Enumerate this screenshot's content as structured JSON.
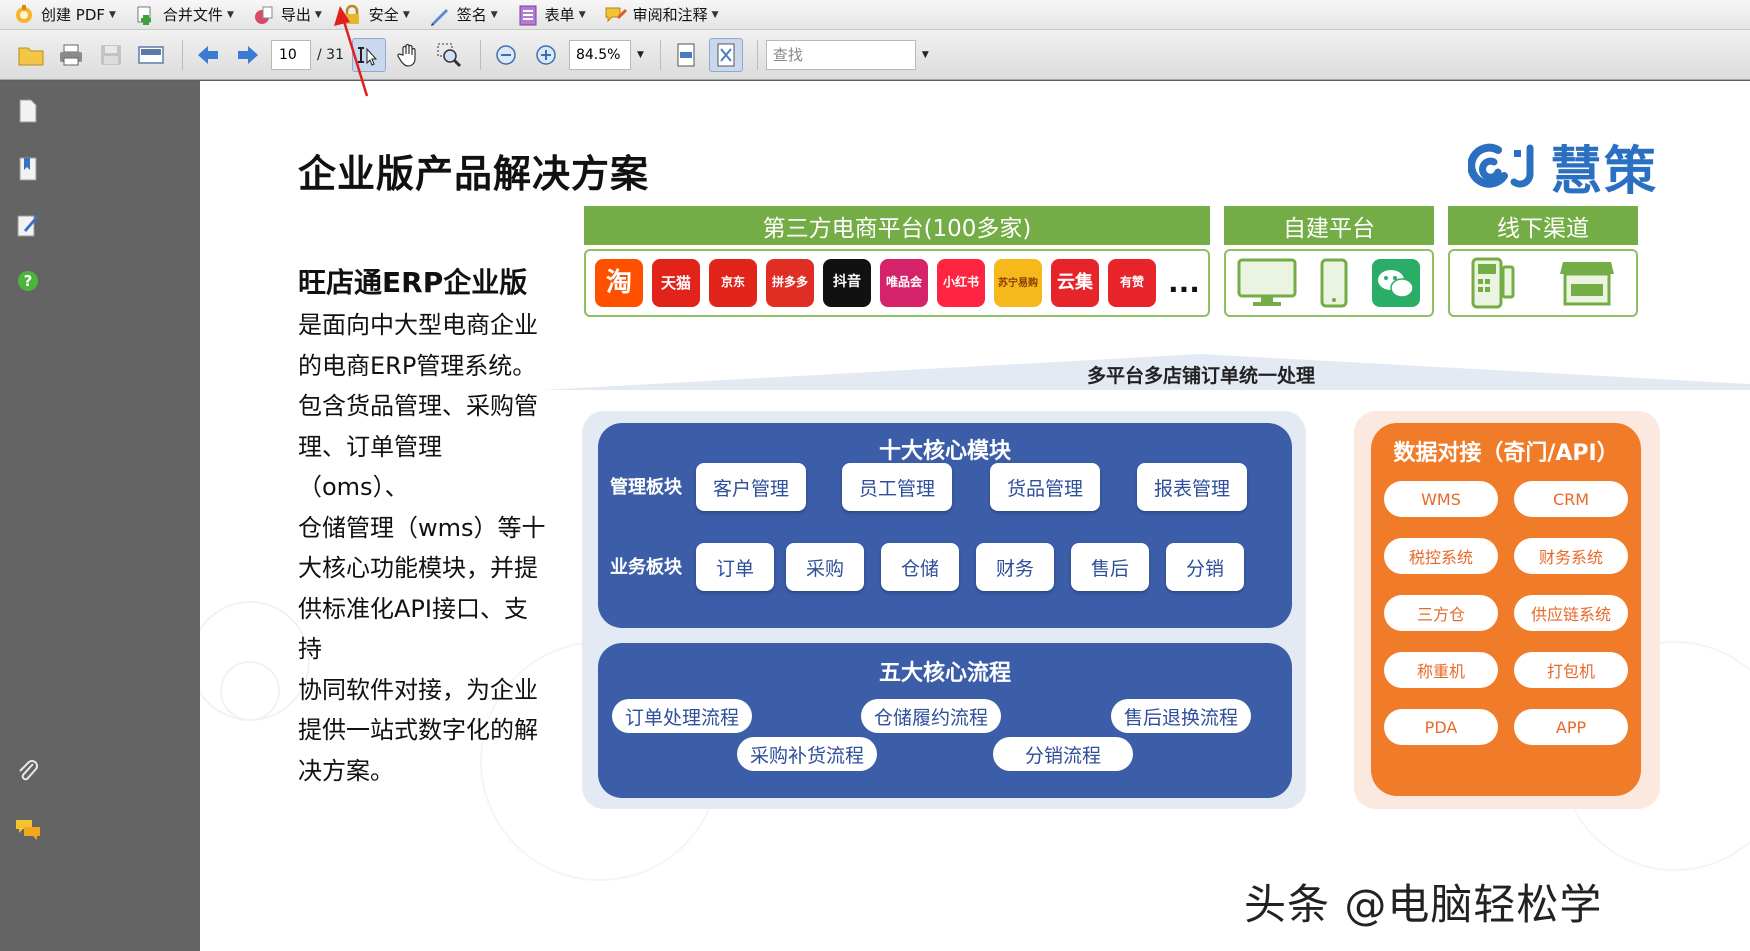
{
  "menubar": {
    "items": [
      {
        "label": "创建 PDF",
        "icon": "create-pdf-icon"
      },
      {
        "label": "合并文件",
        "icon": "merge-files-icon"
      },
      {
        "label": "导出",
        "icon": "export-icon"
      },
      {
        "label": "安全",
        "icon": "lock-icon"
      },
      {
        "label": "签名",
        "icon": "pen-icon"
      },
      {
        "label": "表单",
        "icon": "form-icon"
      },
      {
        "label": "审阅和注释",
        "icon": "comment-icon"
      }
    ]
  },
  "toolbar": {
    "current_page": "10",
    "total_pages": "/ 31",
    "zoom": "84.5%",
    "find_placeholder": "查找"
  },
  "document": {
    "title": "企业版产品解决方案",
    "brand_name": "慧策",
    "intro_heading": "旺店通ERP企业版",
    "intro_lines": [
      "是面向中大型电商企业",
      "的电商ERP管理系统。",
      "包含货品管理、采购管",
      "理、订单管理（oms）、",
      "仓储管理（wms）等十",
      "大核心功能模块，并提",
      "供标准化API接口、支持",
      "协同软件对接，为企业",
      "提供一站式数字化的解",
      "决方案。"
    ],
    "channels": {
      "third_party": "第三方电商平台(100多家)",
      "self_built": "自建平台",
      "offline": "线下渠道",
      "platform_logos": [
        "淘",
        "天猫",
        "京东",
        "拼多多",
        "抖音",
        "唯品会",
        "小红书",
        "苏宁易购",
        "云集",
        "有赞"
      ],
      "more": "...",
      "funnel_label": "多平台多店铺订单统一处理"
    },
    "core_modules": {
      "title": "十大核心模块",
      "mgmt_label": "管理板块",
      "mgmt_items": [
        "客户管理",
        "员工管理",
        "货品管理",
        "报表管理"
      ],
      "biz_label": "业务板块",
      "biz_items": [
        "订单",
        "采购",
        "仓储",
        "财务",
        "售后",
        "分销"
      ]
    },
    "core_flows": {
      "title": "五大核心流程",
      "items": [
        "订单处理流程",
        "仓储履约流程",
        "售后退换流程",
        "采购补货流程",
        "分销流程"
      ]
    },
    "data_integration": {
      "title": "数据对接（奇门/API）",
      "items": [
        "WMS",
        "CRM",
        "税控系统",
        "财务系统",
        "三方仓",
        "供应链系统",
        "称重机",
        "打包机",
        "PDA",
        "APP"
      ]
    },
    "watermark": "头条 @电脑轻松学"
  },
  "colors": {
    "green": "#74ad45",
    "blue": "#3c5ea9",
    "orange": "#f07c2a",
    "arrow_red": "#e02020"
  }
}
